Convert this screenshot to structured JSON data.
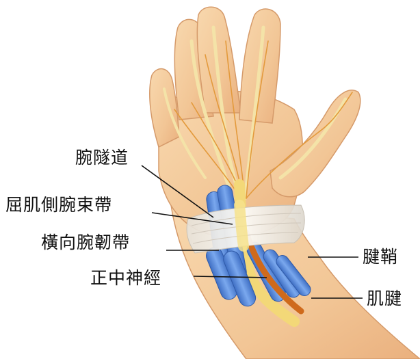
{
  "labels": {
    "carpal_tunnel": "腕隧道",
    "flexor_retinaculum": "屈肌側腕束帶",
    "transverse_carpal_ligament": "橫向腕韌帶",
    "median_nerve": "正中神經",
    "tendon_sheath": "腱鞘",
    "tendon": "肌腱"
  },
  "colors": {
    "skin": "#f5cf9f",
    "skin_shade": "#e9a876",
    "outline": "#c98a5a",
    "nerve": "#f3d878",
    "ligament": "#eeeae2",
    "sheath": "#5f8fdc",
    "tendon": "#cf6a1c",
    "leader_line": "#111111"
  }
}
